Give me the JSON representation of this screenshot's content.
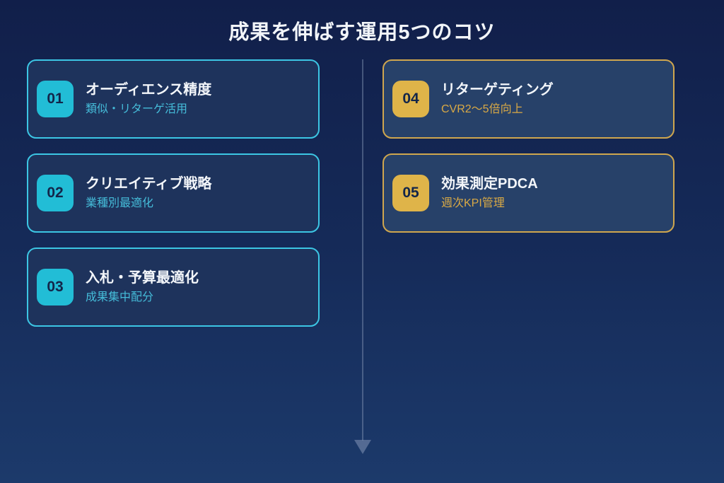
{
  "page": {
    "title": "成果を伸ばす運用5つのコツ"
  },
  "theme": {
    "background_top": "#111f4a",
    "background_bottom": "#1c3a6b",
    "cyan_border": "#3cc6e4",
    "cyan_badge": "#22bdd6",
    "cyan_subtitle": "#45bcd9",
    "gold_border": "#cfa64e",
    "gold_badge": "#dfb449",
    "gold_subtitle": "#d9a945",
    "card_bg_left": "#1e335c",
    "card_bg_right": "#274169",
    "badge_text": "#13264a",
    "title_text": "#f2f5f9",
    "arrow": "#8496b6"
  },
  "cards": [
    {
      "number": "01",
      "title": "オーディエンス精度",
      "subtitle": "類似・リターゲ活用",
      "accent": "cyan",
      "column": "left"
    },
    {
      "number": "02",
      "title": "クリエイティブ戦略",
      "subtitle": "業種別最適化",
      "accent": "cyan",
      "column": "left"
    },
    {
      "number": "03",
      "title": "入札・予算最適化",
      "subtitle": "成果集中配分",
      "accent": "cyan",
      "column": "left"
    },
    {
      "number": "04",
      "title": "リターゲティング",
      "subtitle": "CVR2〜5倍向上",
      "accent": "gold",
      "column": "right"
    },
    {
      "number": "05",
      "title": "効果測定PDCA",
      "subtitle": "週次KPI管理",
      "accent": "gold",
      "column": "right"
    }
  ],
  "arrow": {
    "name": "downward-flow-arrow"
  }
}
